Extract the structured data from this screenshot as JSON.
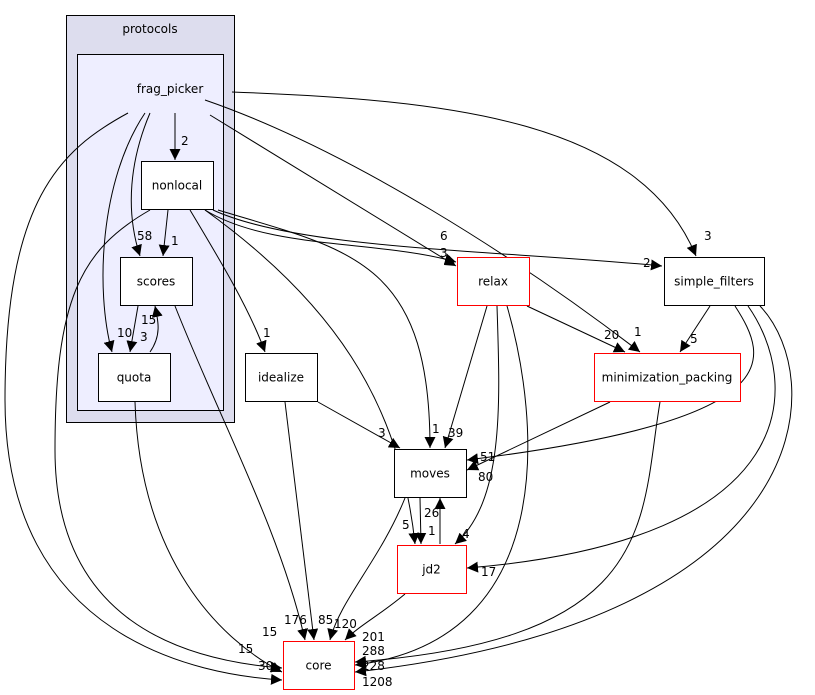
{
  "clusters": {
    "protocols": {
      "label": "protocols",
      "fill": "#ddddee"
    },
    "frag_picker": {
      "label": "frag_picker",
      "fill": "#eeeeff"
    }
  },
  "nodes": {
    "nonlocal": {
      "label": "nonlocal",
      "border": "#000000"
    },
    "scores": {
      "label": "scores",
      "border": "#000000"
    },
    "quota": {
      "label": "quota",
      "border": "#000000"
    },
    "idealize": {
      "label": "idealize",
      "border": "#000000"
    },
    "relax": {
      "label": "relax",
      "border": "#ff0000"
    },
    "simple_filters": {
      "label": "simple_filters",
      "border": "#000000"
    },
    "minimization_packing": {
      "label": "minimization_packing",
      "border": "#ff0000"
    },
    "moves": {
      "label": "moves",
      "border": "#000000"
    },
    "jd2": {
      "label": "jd2",
      "border": "#ff0000"
    },
    "core": {
      "label": "core",
      "border": "#ff0000"
    }
  },
  "edges": [
    {
      "from": "frag_picker",
      "to": "nonlocal",
      "label": "2"
    },
    {
      "from": "frag_picker",
      "to": "scores",
      "label": "58"
    },
    {
      "from": "frag_picker",
      "to": "quota",
      "label": "10"
    },
    {
      "from": "frag_picker",
      "to": "core",
      "label": "30"
    },
    {
      "from": "frag_picker",
      "to": "relax",
      "label": "3"
    },
    {
      "from": "frag_picker",
      "to": "minimization_packing",
      "label": "1"
    },
    {
      "from": "frag_picker",
      "to": "simple_filters",
      "label": "3"
    },
    {
      "from": "nonlocal",
      "to": "scores",
      "label": "1"
    },
    {
      "from": "nonlocal",
      "to": "core",
      "label": "15"
    },
    {
      "from": "nonlocal",
      "to": "idealize",
      "label": "1"
    },
    {
      "from": "nonlocal",
      "to": "relax",
      "label": "6"
    },
    {
      "from": "nonlocal",
      "to": "simple_filters",
      "label": "2"
    },
    {
      "from": "nonlocal",
      "to": "moves",
      "label": "1"
    },
    {
      "from": "nonlocal",
      "to": "jd2",
      "label": "5"
    },
    {
      "from": "scores",
      "to": "quota",
      "label": "3"
    },
    {
      "from": "quota",
      "to": "scores",
      "label": "15"
    },
    {
      "from": "scores",
      "to": "core",
      "label": "176"
    },
    {
      "from": "quota",
      "to": "core",
      "label": "15"
    },
    {
      "from": "idealize",
      "to": "core",
      "label": "85"
    },
    {
      "from": "idealize",
      "to": "moves",
      "label": "3"
    },
    {
      "from": "relax",
      "to": "moves",
      "label": "39"
    },
    {
      "from": "relax",
      "to": "jd2",
      "label": "4"
    },
    {
      "from": "relax",
      "to": "core",
      "label": "288"
    },
    {
      "from": "relax",
      "to": "minimization_packing",
      "label": "20"
    },
    {
      "from": "simple_filters",
      "to": "minimization_packing",
      "label": "5"
    },
    {
      "from": "simple_filters",
      "to": "moves",
      "label": "51"
    },
    {
      "from": "simple_filters",
      "to": "jd2",
      "label": "17"
    },
    {
      "from": "simple_filters",
      "to": "core",
      "label": "1208"
    },
    {
      "from": "minimization_packing",
      "to": "moves",
      "label": "80"
    },
    {
      "from": "minimization_packing",
      "to": "core",
      "label": "228"
    },
    {
      "from": "moves",
      "to": "jd2",
      "label": "1"
    },
    {
      "from": "jd2",
      "to": "moves",
      "label": "26"
    },
    {
      "from": "moves",
      "to": "core",
      "label": "120"
    },
    {
      "from": "jd2",
      "to": "core",
      "label": "201"
    }
  ]
}
